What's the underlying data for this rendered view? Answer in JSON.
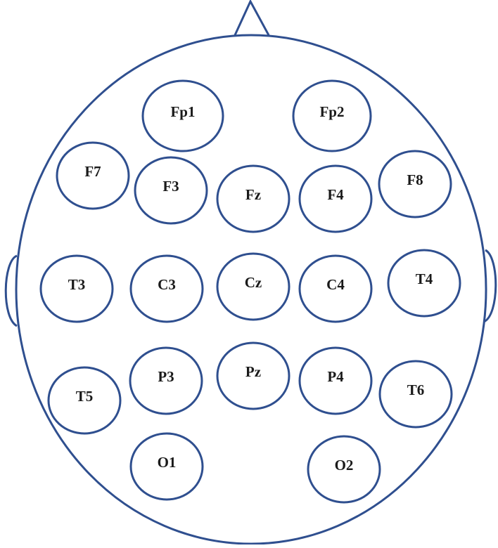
{
  "colors": {
    "outline": "#2f4f8f",
    "text": "#1a1a1a",
    "background": "#ffffff"
  },
  "diagram": {
    "electrodes": [
      {
        "id": "fp1",
        "label": "Fp1"
      },
      {
        "id": "fp2",
        "label": "Fp2"
      },
      {
        "id": "f7",
        "label": "F7"
      },
      {
        "id": "f3",
        "label": "F3"
      },
      {
        "id": "fz",
        "label": "Fz"
      },
      {
        "id": "f4",
        "label": "F4"
      },
      {
        "id": "f8",
        "label": "F8"
      },
      {
        "id": "t3",
        "label": "T3"
      },
      {
        "id": "c3",
        "label": "C3"
      },
      {
        "id": "cz",
        "label": "Cz"
      },
      {
        "id": "c4",
        "label": "C4"
      },
      {
        "id": "t4",
        "label": "T4"
      },
      {
        "id": "t5",
        "label": "T5"
      },
      {
        "id": "p3",
        "label": "P3"
      },
      {
        "id": "pz",
        "label": "Pz"
      },
      {
        "id": "p4",
        "label": "P4"
      },
      {
        "id": "t6",
        "label": "T6"
      },
      {
        "id": "o1",
        "label": "O1"
      },
      {
        "id": "o2",
        "label": "O2"
      }
    ]
  }
}
